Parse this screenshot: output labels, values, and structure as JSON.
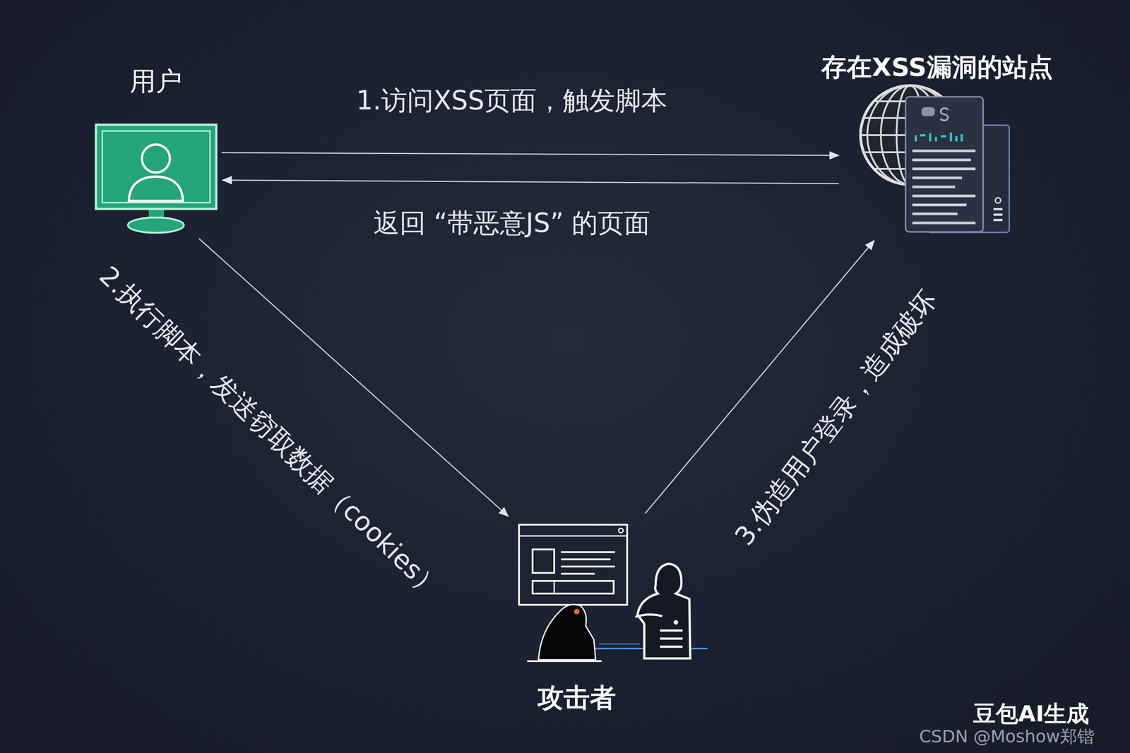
{
  "diagram": {
    "nodes": [
      {
        "text": [
          "用户"
        ]
      },
      {
        "text": [
          "存在XSS漏洞的站点"
        ]
      },
      {
        "text": [
          "攻击者"
        ]
      }
    ],
    "edges": [
      {
        "from": 0,
        "to": 1,
        "label": "1.访问XSS页面，触发脚本",
        "arrow": "to"
      },
      {
        "from": 1,
        "to": 0,
        "label": "返回 “带恶意JS” 的页面",
        "arrow": "to"
      },
      {
        "from": 0,
        "to": 2,
        "label": "2.执行脚本，发送窃取数据（cookies）",
        "arrow": "to"
      },
      {
        "from": 2,
        "to": 1,
        "label": "3.伪造用户登录，造成破坏",
        "arrow": "to"
      }
    ],
    "labels": [
      "豆包AI生成",
      "CSDN @Moshow郑锴"
    ]
  }
}
